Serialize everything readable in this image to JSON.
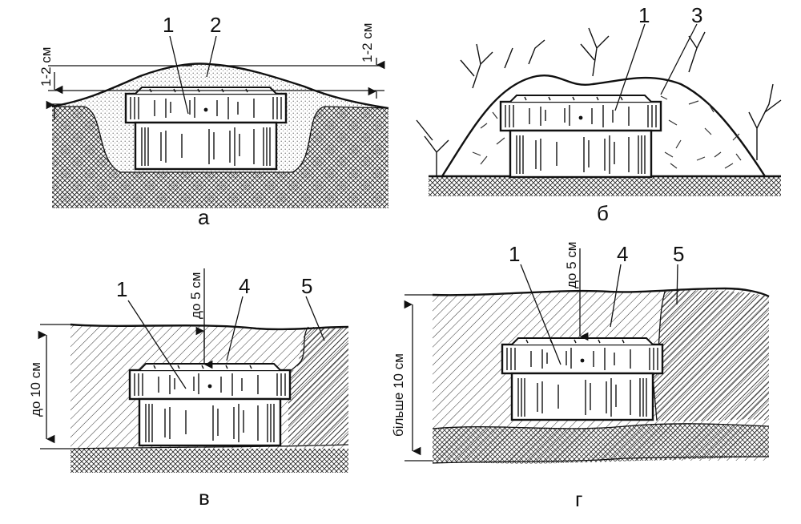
{
  "colors": {
    "ink": "#111111",
    "paper": "#ffffff"
  },
  "panels": {
    "a": {
      "caption": "а",
      "callouts": [
        "1",
        "2"
      ],
      "dims": [
        "1-2 см",
        "1-2 см"
      ]
    },
    "b": {
      "caption": "б",
      "callouts": [
        "1",
        "3"
      ]
    },
    "v": {
      "caption": "в",
      "callouts": [
        "1",
        "4",
        "5"
      ],
      "dims": [
        "до 5 см",
        "до 10 см"
      ]
    },
    "g": {
      "caption": "г",
      "callouts": [
        "1",
        "4",
        "5"
      ],
      "dims": [
        "до 5 см",
        "більше 10 см"
      ]
    }
  }
}
